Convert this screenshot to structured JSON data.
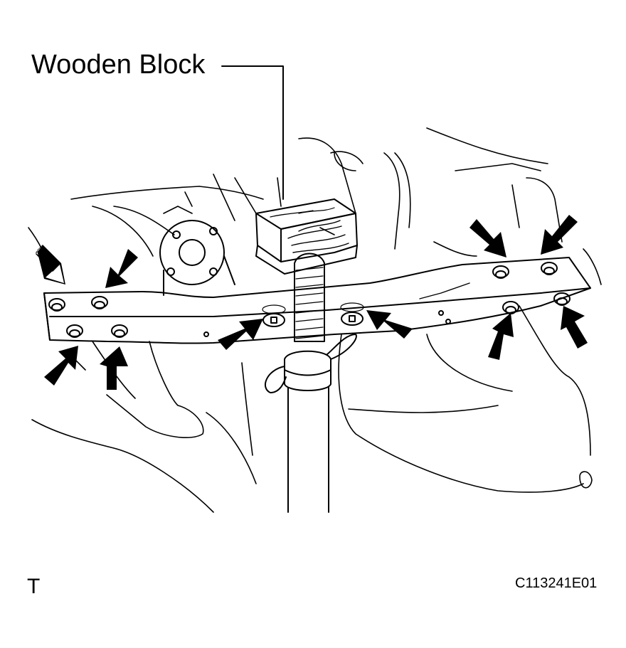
{
  "callout": {
    "label": "Wooden Block"
  },
  "view_letter": "T",
  "figure_code": "C113241E01",
  "colors": {
    "ink": "#000000",
    "paper": "#ffffff"
  },
  "icons": {
    "pointer": "arrow-icon",
    "fastener": "bolt-icon"
  }
}
